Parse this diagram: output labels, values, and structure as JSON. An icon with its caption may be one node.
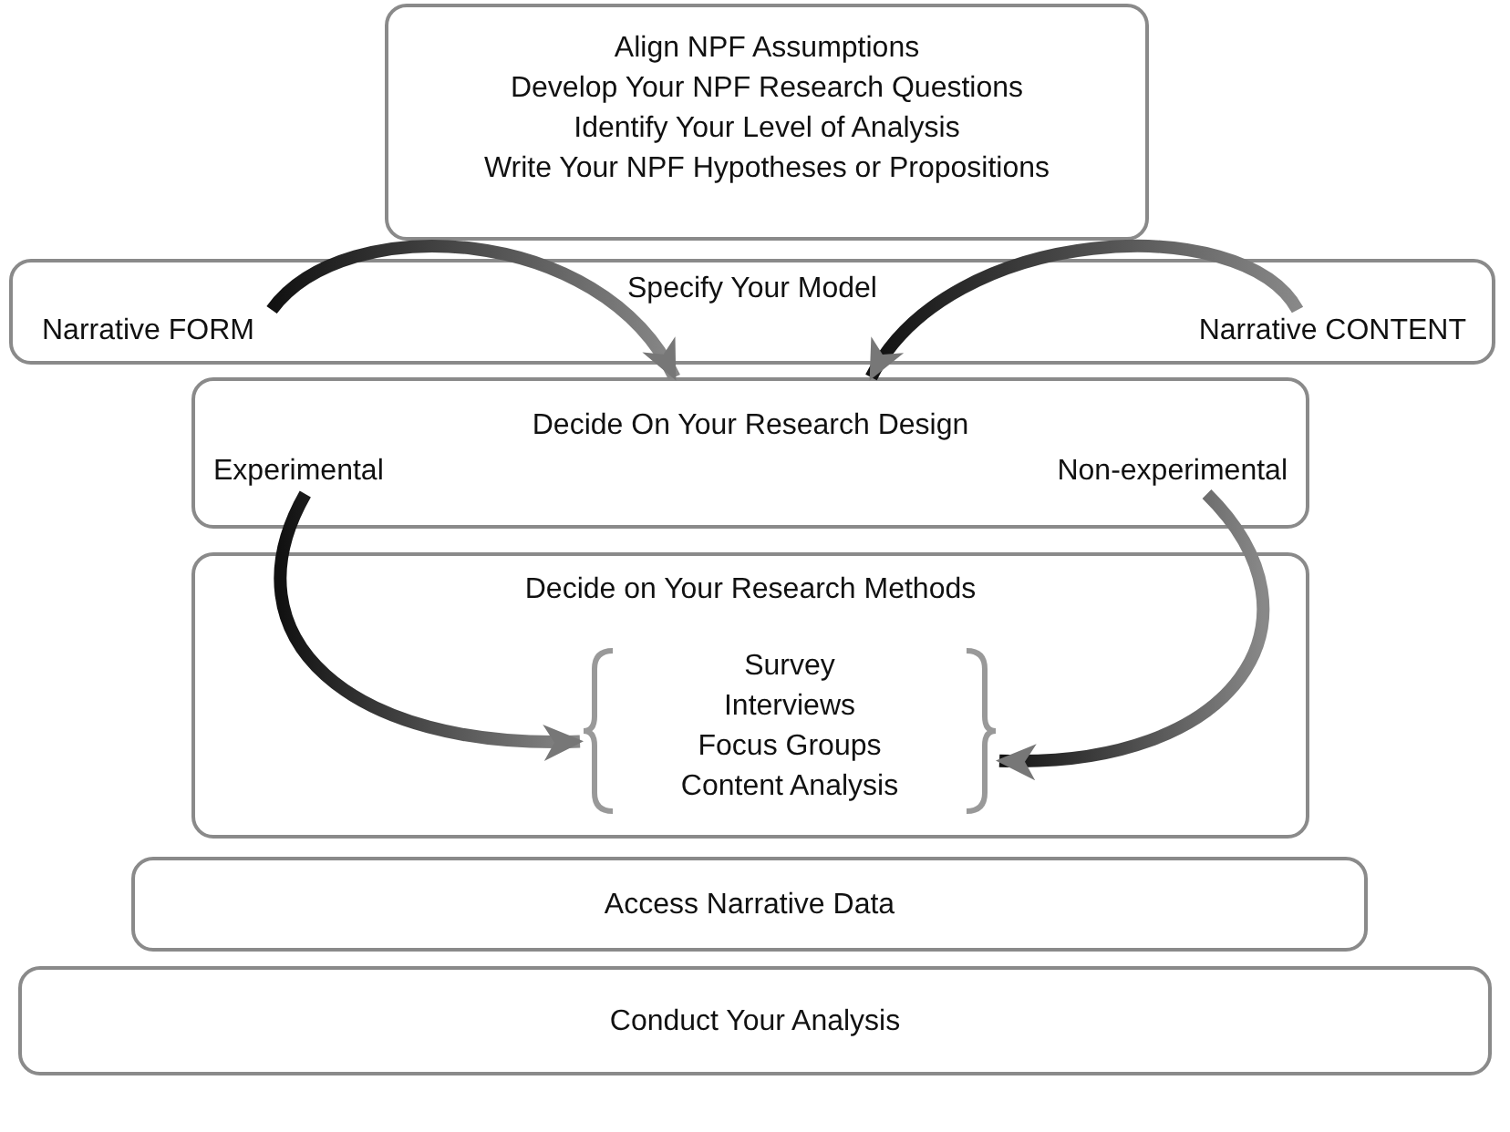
{
  "diagram": {
    "nodes": [
      {
        "text": [
          "Align NPF Assumptions",
          "Develop Your NPF Research Questions",
          "Identify Your Level of Analysis",
          "Write Your NPF Hypotheses or Propositions"
        ]
      },
      {
        "text": [
          "Specify Your Model"
        ]
      },
      {
        "text": [
          "Narrative FORM"
        ],
        "in": 1
      },
      {
        "text": [
          "Narrative CONTENT"
        ],
        "in": 1
      },
      {
        "text": [
          "Decide On Your Research Design"
        ]
      },
      {
        "text": [
          "Experimental"
        ],
        "in": 4
      },
      {
        "text": [
          "Non-experimental"
        ],
        "in": 4
      },
      {
        "text": [
          "Decide on Your Research Methods"
        ]
      },
      {
        "text": [
          "Survey",
          "Interviews",
          "Focus Groups",
          "Content Analysis"
        ],
        "in": 7
      },
      {
        "text": [
          "Access Narrative Data"
        ]
      },
      {
        "text": [
          "Conduct Your Analysis"
        ]
      }
    ],
    "edges": [
      {
        "from": 2,
        "to": 4,
        "arrow": "to",
        "style": "thick"
      },
      {
        "from": 3,
        "to": 4,
        "arrow": "to",
        "style": "thick"
      },
      {
        "from": 5,
        "to": 8,
        "arrow": "to",
        "style": "thick"
      },
      {
        "from": 6,
        "to": 8,
        "arrow": "to",
        "style": "thick"
      }
    ]
  }
}
